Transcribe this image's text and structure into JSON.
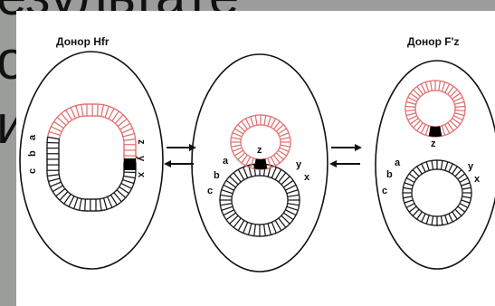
{
  "background_text": {
    "lines": [
      "езультате",
      "о",
      "ии"
    ]
  },
  "diagram": {
    "titles": {
      "left": "Донор Hfr",
      "right": "Донор F'z"
    },
    "cells": [
      {
        "id": "hfr",
        "labels_left": [
          "c",
          "b",
          "a"
        ],
        "labels_right": [
          "z",
          "y",
          "x"
        ]
      },
      {
        "id": "middle",
        "labels": [
          "a",
          "b",
          "c",
          "z",
          "y",
          "x"
        ]
      },
      {
        "id": "fprime",
        "labels": [
          "a",
          "b",
          "c",
          "z",
          "y",
          "x"
        ]
      }
    ],
    "arrows": [
      "forward-backward",
      "forward-backward"
    ],
    "colors": {
      "chromosome": "#111111",
      "f_factor": "#e06c6c",
      "marker": "#000000",
      "cell_outline": "#111111"
    }
  }
}
